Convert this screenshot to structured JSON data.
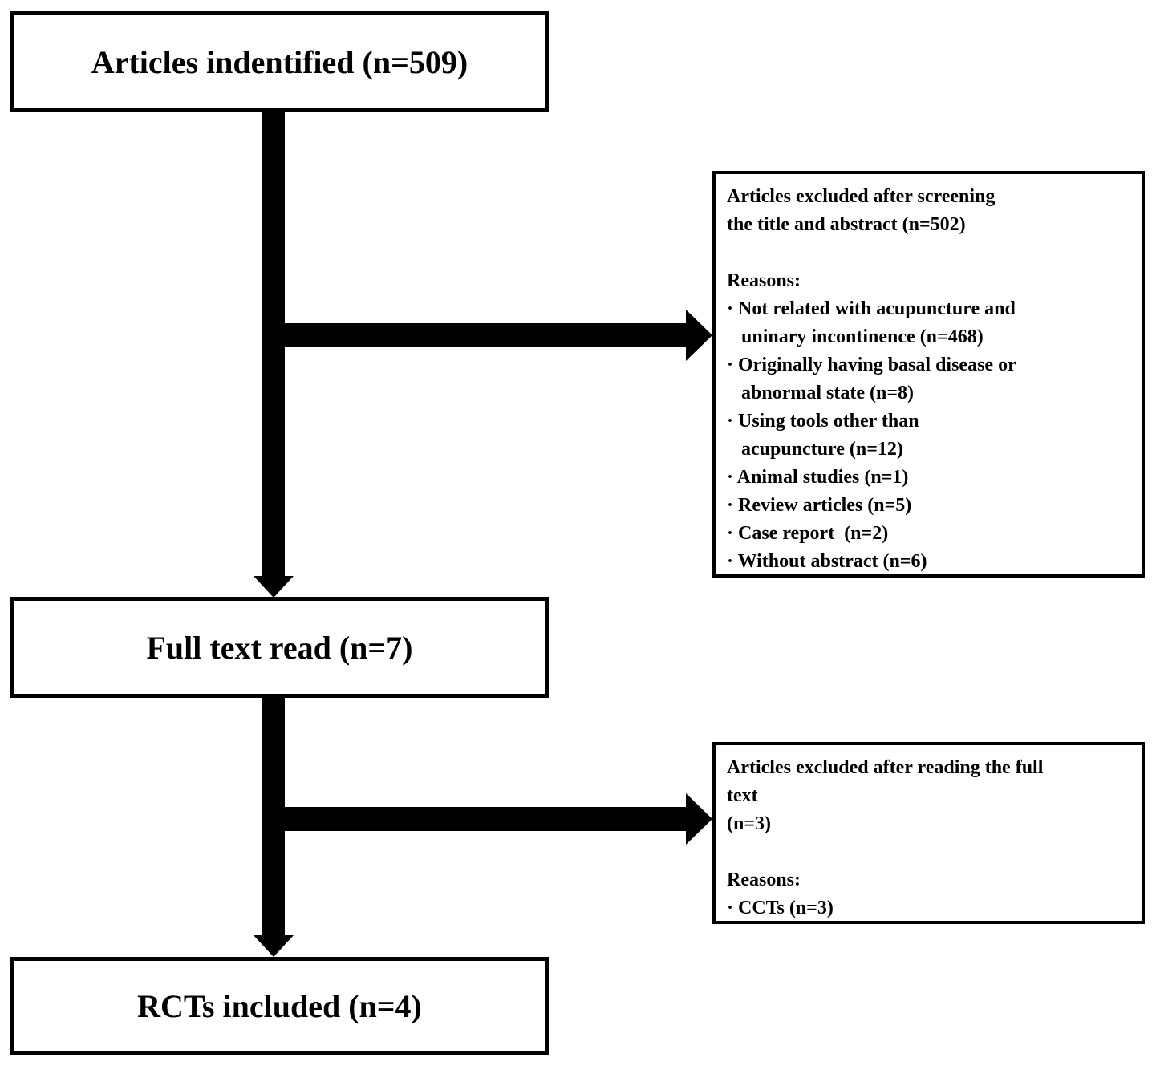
{
  "colors": {
    "ink": "#000000",
    "background": "#ffffff"
  },
  "flowchart": {
    "nodes": {
      "identified": {
        "label": "Articles indentified (n=509)"
      },
      "full_text": {
        "label": "Full text read (n=7)"
      },
      "included": {
        "label": "RCTs included (n=4)"
      }
    },
    "exclusion1": {
      "title": [
        "Articles excluded after screening",
        "the title and abstract (n=502)"
      ],
      "reasons_label": "Reasons:",
      "reasons": [
        [
          "· Not related with acupuncture and",
          "uninary incontinence (n=468)"
        ],
        [
          "· Originally having basal disease or",
          "abnormal state (n=8)"
        ],
        [
          "· Using tools other than",
          "acupuncture (n=12)"
        ],
        [
          "· Animal studies (n=1)"
        ],
        [
          "· Review articles (n=5)"
        ],
        [
          "· Case report  (n=2)"
        ],
        [
          "· Without abstract (n=6)"
        ]
      ]
    },
    "exclusion2": {
      "title": [
        "Articles excluded after reading the full",
        "text",
        "(n=3)"
      ],
      "reasons_label": "Reasons:",
      "reasons": [
        [
          "· CCTs (n=3)"
        ]
      ]
    }
  }
}
